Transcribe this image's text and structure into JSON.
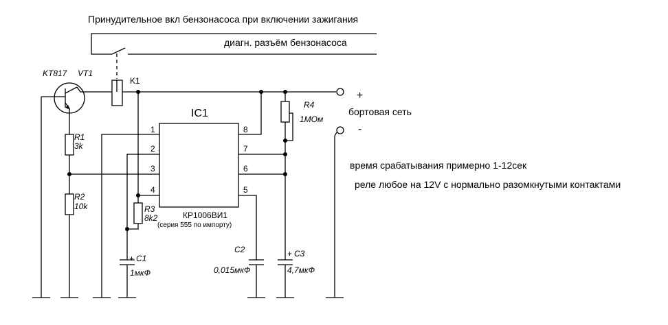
{
  "header": {
    "title": "Принудительное вкл бензонасоса при включении зажигания",
    "diag": "диагн. разъём бензонасоса"
  },
  "transistor": {
    "type": "KT817",
    "ref": "VT1"
  },
  "relay": {
    "ref": "K1"
  },
  "ic": {
    "ref": "IC1",
    "part": "КР1006ВИ1",
    "note": "(серия 555 по импорту)",
    "pins": [
      "1",
      "2",
      "3",
      "4",
      "5",
      "6",
      "7",
      "8"
    ]
  },
  "resistors": {
    "r1": {
      "ref": "R1",
      "value": "3k"
    },
    "r2": {
      "ref": "R2",
      "value": "10k"
    },
    "r3": {
      "ref": "R3",
      "value": "8k2"
    },
    "r4": {
      "ref": "R4",
      "value": "1МОм"
    }
  },
  "capacitors": {
    "c1": {
      "ref": "C1",
      "value": "1мкФ"
    },
    "c2": {
      "ref": "C2",
      "value": "0,015мкФ"
    },
    "c3": {
      "ref": "C3",
      "value": "4,7мкФ"
    }
  },
  "supply": {
    "plus": "+",
    "minus": "-",
    "label": "бортовая сеть"
  },
  "notes": {
    "time": "время срабатывания примерно 1-12сек",
    "relay": "реле любое на 12V с нормально разомкнутыми контактами"
  }
}
